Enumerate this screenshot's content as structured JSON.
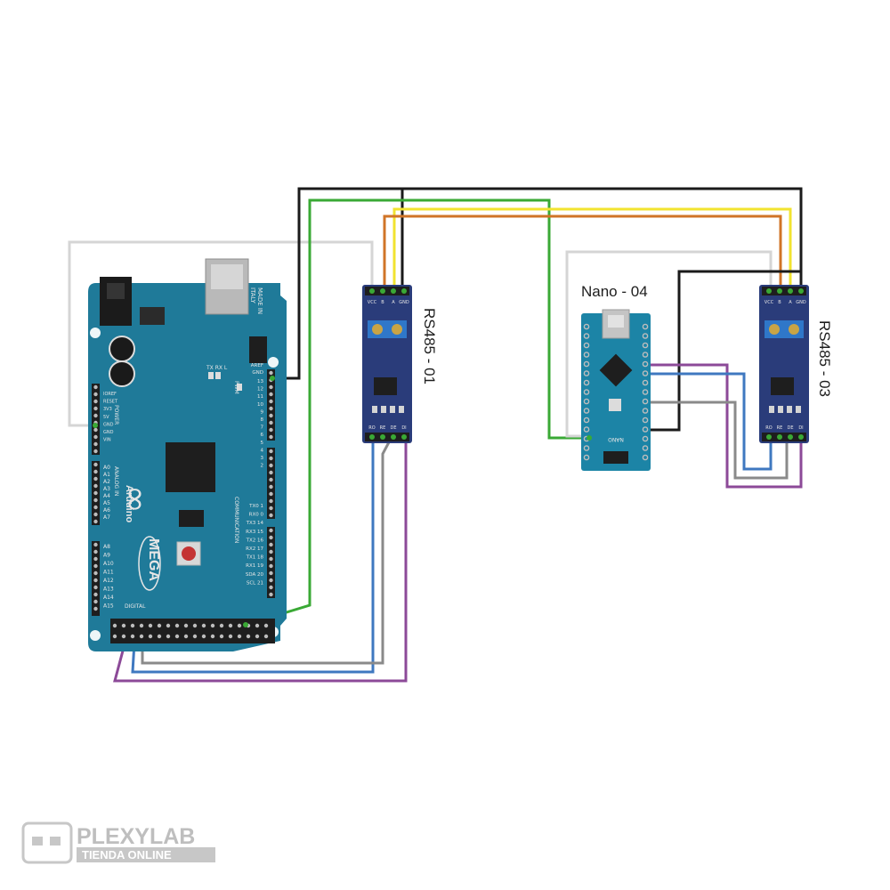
{
  "boards": {
    "mega": {
      "made_in": [
        "MADE IN",
        "ITALY"
      ],
      "brand": "Arduino",
      "model": "MEGA",
      "logo_text": "∞",
      "section_power": "POWER",
      "section_analog": "ANALOG IN",
      "section_pwm": "PWM",
      "section_comm": "COMMUNICATION",
      "section_digital": "DIGITAL",
      "power_pins": [
        "IOREF",
        "RESET",
        "3V3",
        "5V",
        "GND",
        "GND",
        "VIN"
      ],
      "analog_pins": [
        "A0",
        "A1",
        "A2",
        "A3",
        "A4",
        "A5",
        "A6",
        "A7",
        "A8",
        "A9",
        "A10",
        "A11",
        "A12",
        "A13",
        "A14",
        "A15"
      ],
      "top_header": [
        "AREF",
        "GND",
        "13",
        "12",
        "11",
        "10",
        "9",
        "8",
        "7",
        "6",
        "5",
        "4",
        "3",
        "2"
      ],
      "comm_pins": [
        "TX0 1",
        "RX0 0",
        "TX3 14",
        "RX3 15",
        "TX2 16",
        "RX2 17",
        "TX1 18",
        "RX1 19",
        "SDA 20",
        "SCL 21"
      ],
      "tx_rx_leds": [
        "TX",
        "RX",
        "L"
      ]
    },
    "rs485_left": {
      "label": "RS485 - 01",
      "pins_top": [
        "VCC",
        "B",
        "A",
        "GND"
      ],
      "pins_bottom": [
        "RO",
        "RE",
        "DE",
        "DI"
      ]
    },
    "rs485_right": {
      "label": "RS485 - 03",
      "pins_top": [
        "VCC",
        "B",
        "A",
        "GND"
      ],
      "pins_bottom": [
        "RO",
        "RE",
        "DE",
        "DI"
      ]
    },
    "nano": {
      "label": "Nano - 04",
      "chip_text": "NANO"
    }
  },
  "wire_colors": {
    "black": "#1a1a1a",
    "green": "#3aa935",
    "yellow": "#f2e330",
    "orange": "#d07427",
    "white": "#d5d5d5",
    "blue": "#3f78c0",
    "gray": "#8a8a8a",
    "purple": "#8c4a98"
  },
  "board_colors": {
    "mega": "#1f7a99",
    "module": "#2a3c7a",
    "nano": "#1c84a6"
  },
  "watermark": {
    "name": "PLEXYLAB",
    "sub": "TIENDA ONLINE"
  }
}
